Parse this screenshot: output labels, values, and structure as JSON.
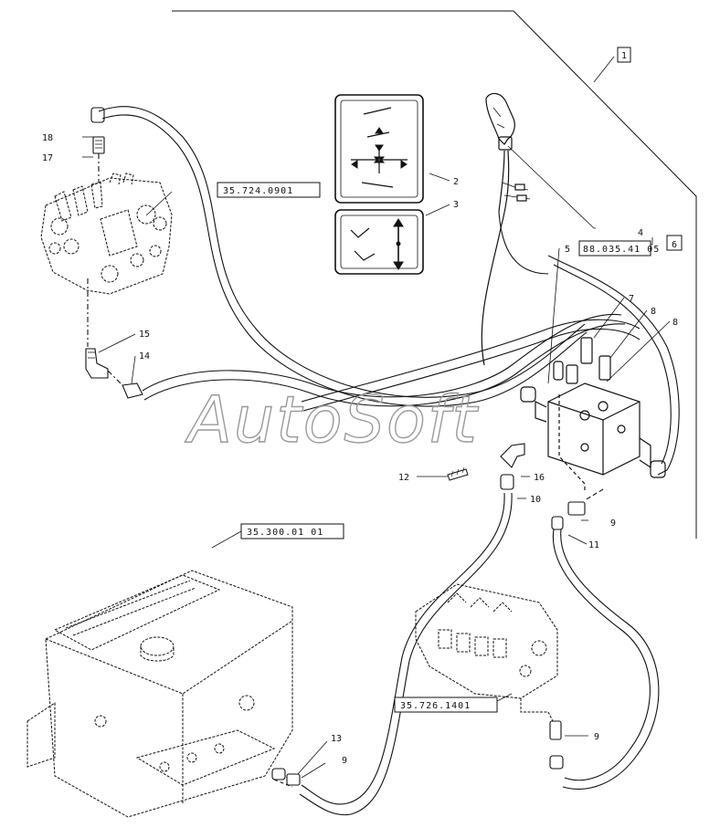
{
  "watermark": "AutoSoft",
  "callouts": {
    "c1": "1",
    "c2": "2",
    "c3": "3",
    "c4": "4",
    "c5": "5",
    "c6": "6",
    "c7": "7",
    "c8a": "8",
    "c8b": "8",
    "c9a": "9",
    "c9b": "9",
    "c9c": "9",
    "c10": "10",
    "c11": "11",
    "c12": "12",
    "c13": "13",
    "c14": "14",
    "c15": "15",
    "c16": "16",
    "c17": "17",
    "c18": "18"
  },
  "references": {
    "ref_valve_top": "35.724.0901",
    "ref_joystick": "88.035.41 05",
    "ref_tank": "35.300.01 01",
    "ref_valve_bottom": "35.726.1401"
  },
  "colors": {
    "line": "#111111",
    "watermark": "#9a9a9a"
  }
}
